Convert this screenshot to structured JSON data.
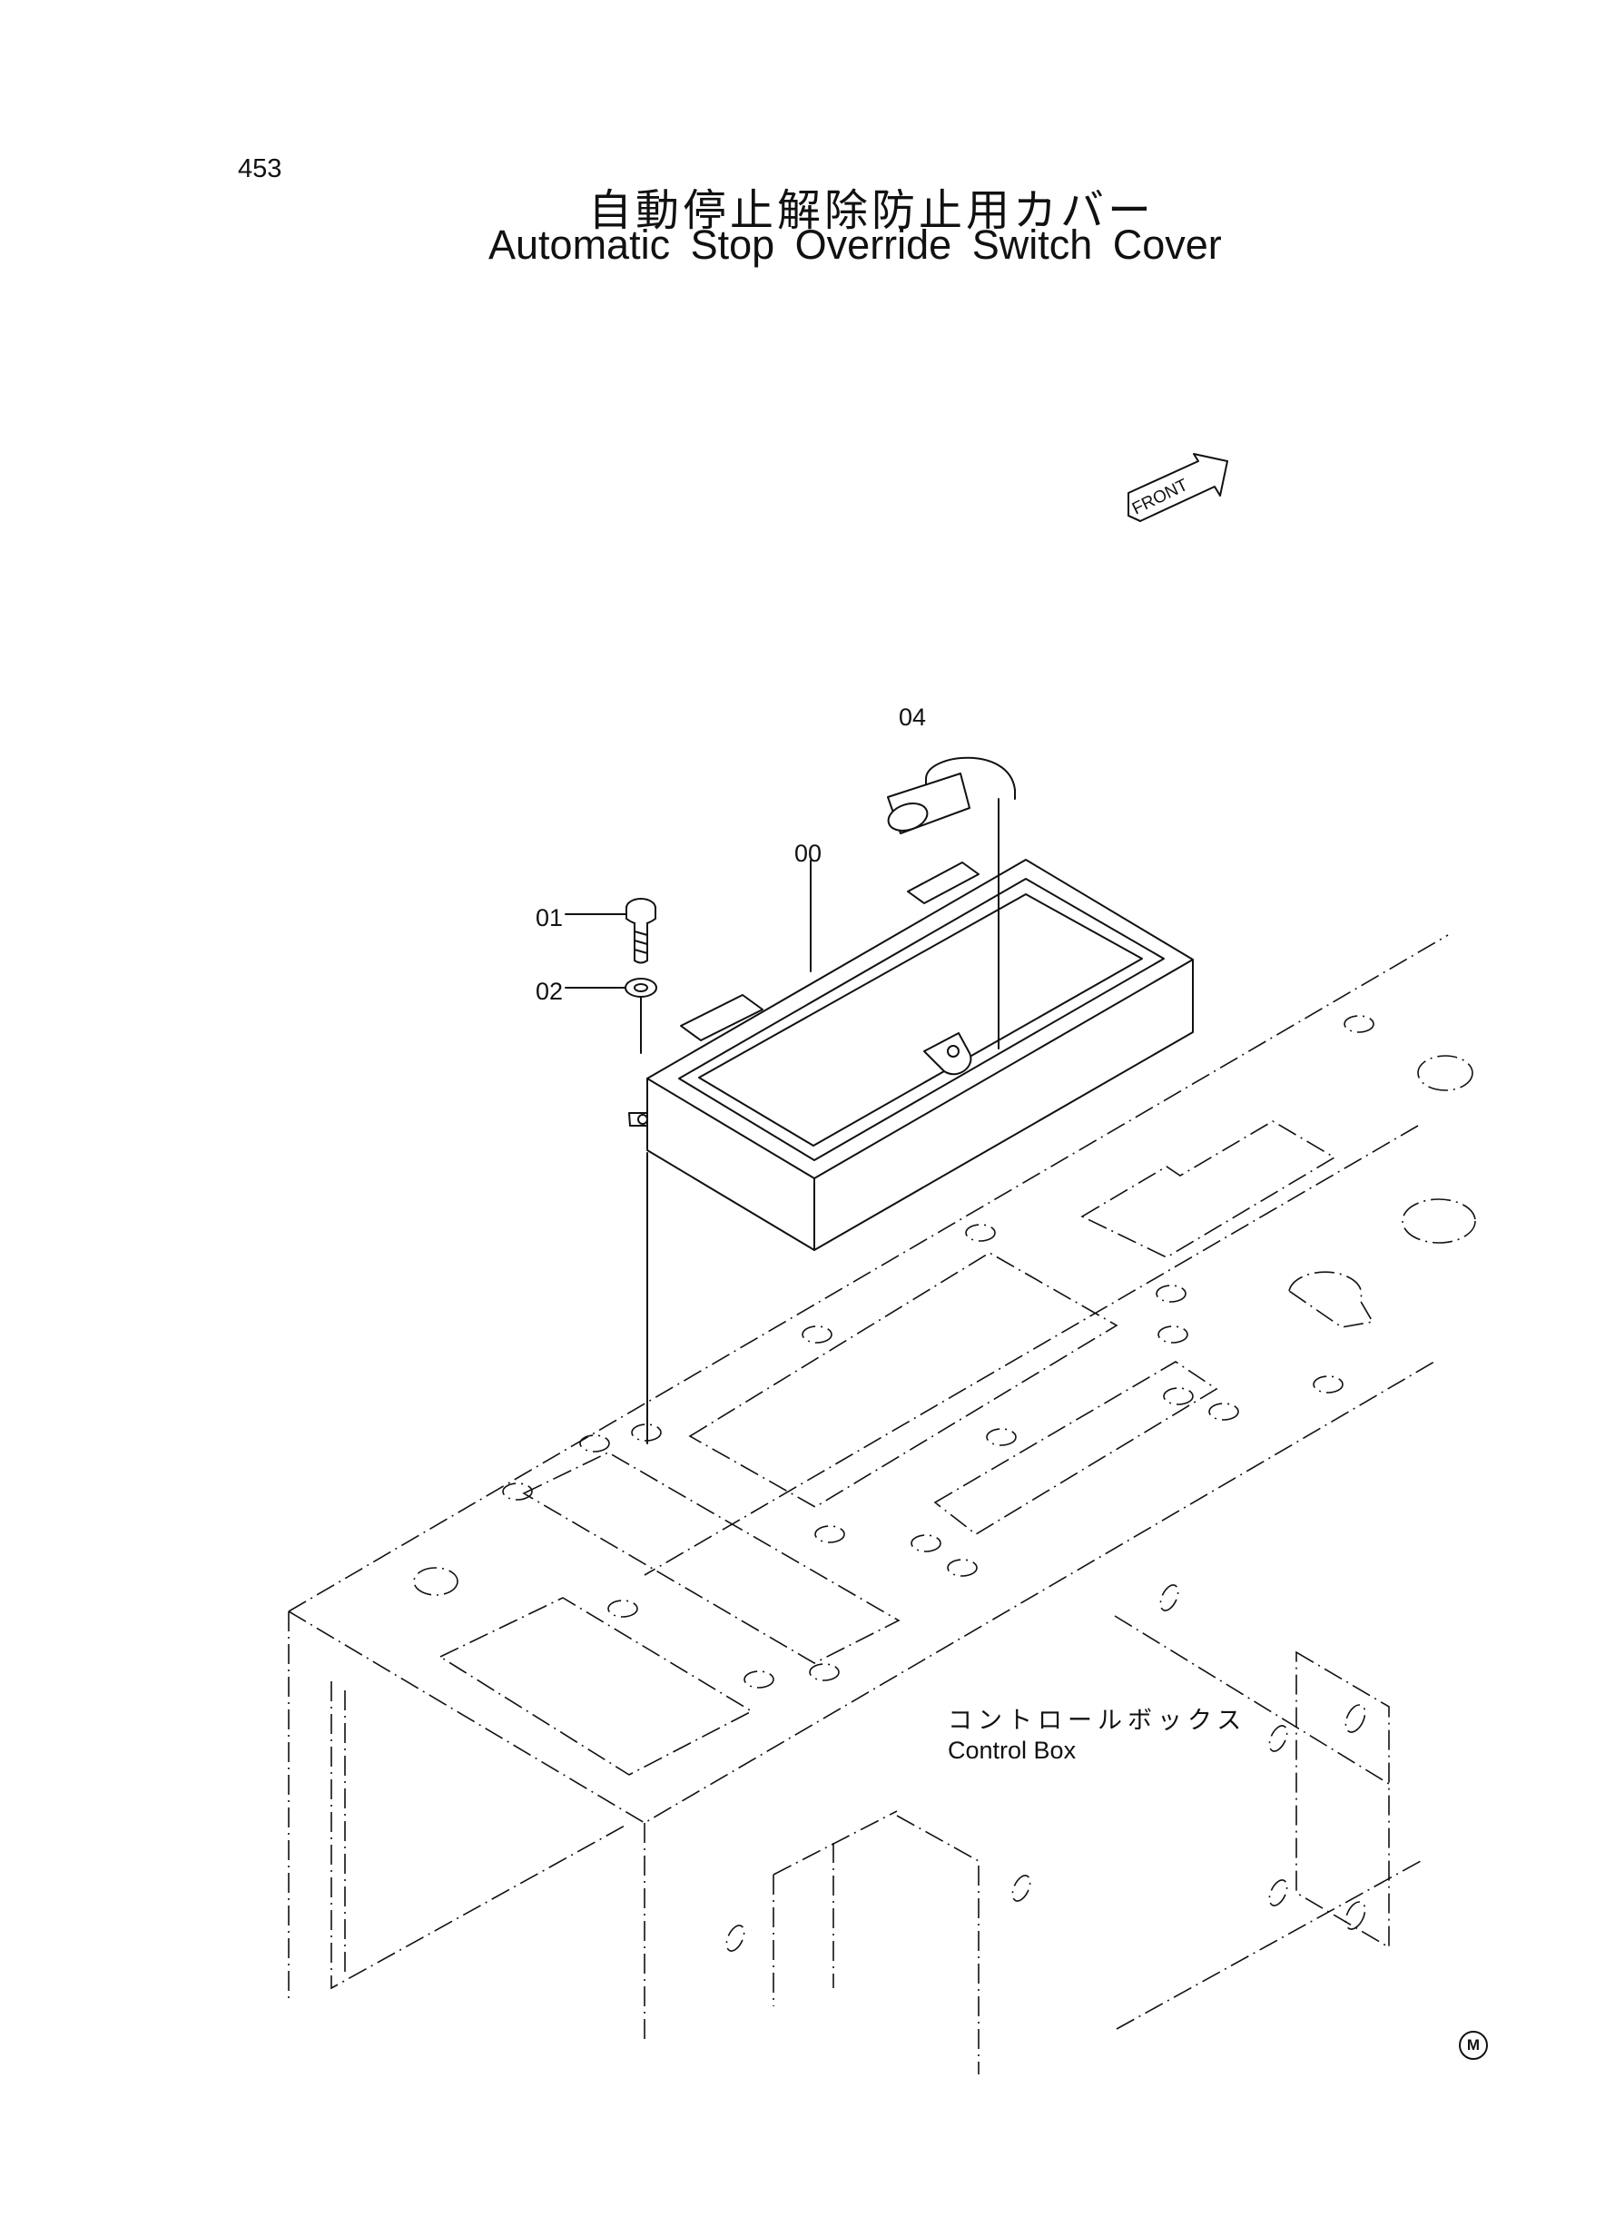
{
  "page_number": "453",
  "title_jp": "自動停止解除防止用カバー",
  "title_en": "Automatic Stop Override Switch Cover",
  "front_label": "FRONT",
  "callouts": {
    "c00": "00",
    "c01": "01",
    "c02": "02",
    "c04": "04"
  },
  "control_box": {
    "label_jp": "コントロールボックス",
    "label_en": "Control Box"
  },
  "marker": "M"
}
